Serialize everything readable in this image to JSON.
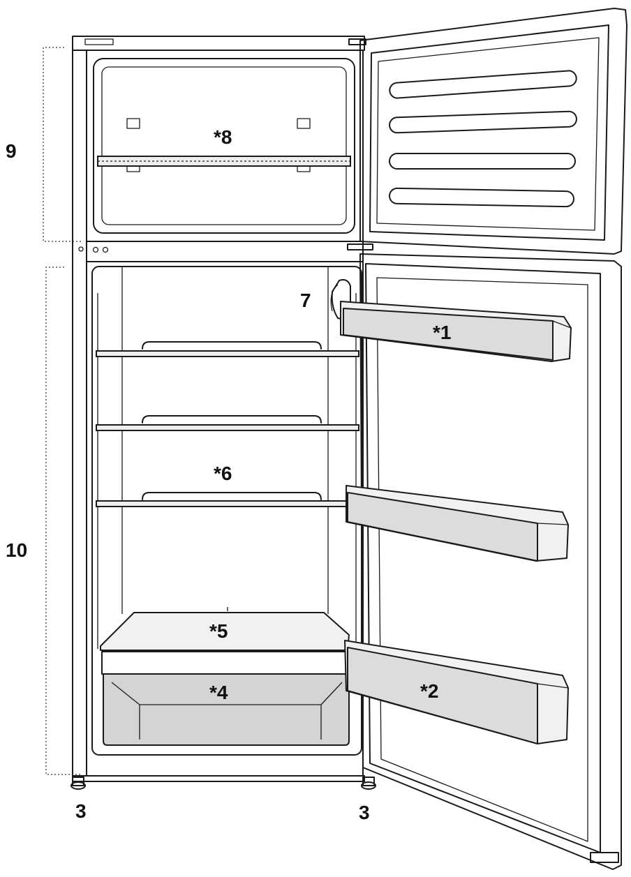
{
  "labels": {
    "freezer_section": "9",
    "fridge_section": "10",
    "foot_left": "3",
    "foot_right": "3",
    "thermostat": "7",
    "door_shelf_top": "*1",
    "door_shelf_bottom": "*2",
    "crisper": "*4",
    "crisper_cover": "*5",
    "fridge_shelves": "*6",
    "freezer_shelf": "*8"
  }
}
